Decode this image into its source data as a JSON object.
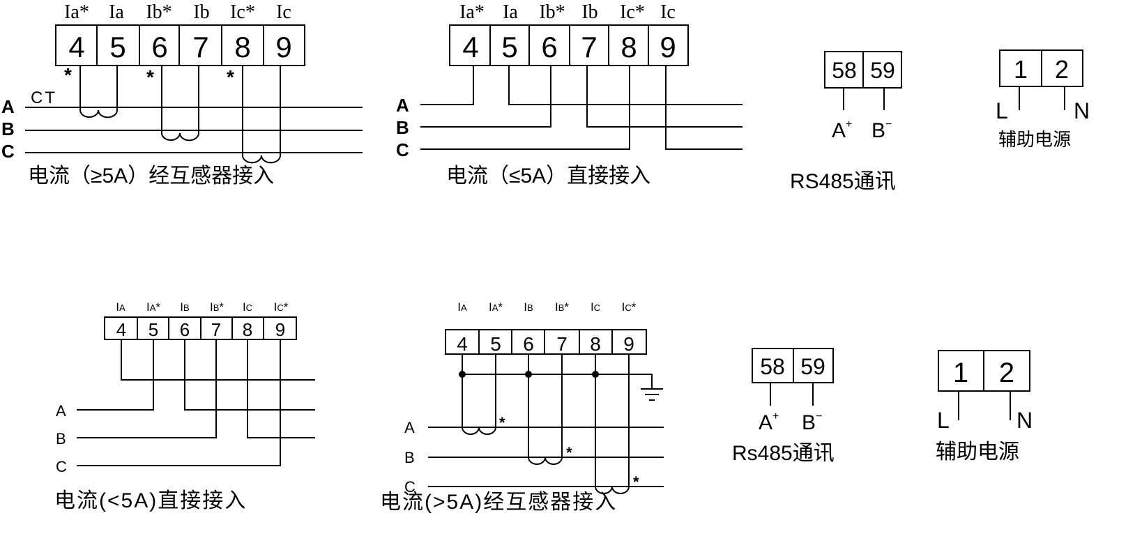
{
  "diagram1": {
    "terminal_labels": [
      "Ia*",
      "Ia",
      "Ib*",
      "Ib",
      "Ic*",
      "Ic"
    ],
    "terminals": [
      "4",
      "5",
      "6",
      "7",
      "8",
      "9"
    ],
    "ct_label": "CT",
    "polarity_mark": "*",
    "phases": [
      "A",
      "B",
      "C"
    ],
    "caption": "电流（≥5A）经互感器接入"
  },
  "diagram2": {
    "terminal_labels": [
      "Ia*",
      "Ia",
      "Ib*",
      "Ib",
      "Ic*",
      "Ic"
    ],
    "terminals": [
      "4",
      "5",
      "6",
      "7",
      "8",
      "9"
    ],
    "phases": [
      "A",
      "B",
      "C"
    ],
    "caption": "电流（≤5A）直接接入"
  },
  "rs485_top": {
    "terminals": [
      "58",
      "59"
    ],
    "a_label": "A",
    "a_sign": "+",
    "b_label": "B",
    "b_sign": "−",
    "caption": "RS485通讯"
  },
  "aux_top": {
    "terminals": [
      "1",
      "2"
    ],
    "l_label": "L",
    "n_label": "N",
    "caption": "辅助电源"
  },
  "diagram3": {
    "terminal_labels": [
      [
        "I",
        "A",
        ""
      ],
      [
        "I",
        "A",
        "*"
      ],
      [
        "I",
        "B",
        ""
      ],
      [
        "I",
        "B",
        "*"
      ],
      [
        "I",
        "C",
        ""
      ],
      [
        "I",
        "C",
        "*"
      ]
    ],
    "terminals": [
      "4",
      "5",
      "6",
      "7",
      "8",
      "9"
    ],
    "phases": [
      "A",
      "B",
      "C"
    ],
    "caption": "电流(<5A)直接接入"
  },
  "diagram4": {
    "terminal_labels": [
      [
        "I",
        "A",
        ""
      ],
      [
        "I",
        "A",
        "*"
      ],
      [
        "I",
        "B",
        ""
      ],
      [
        "I",
        "B",
        "*"
      ],
      [
        "I",
        "C",
        ""
      ],
      [
        "I",
        "C",
        "*"
      ]
    ],
    "terminals": [
      "4",
      "5",
      "6",
      "7",
      "8",
      "9"
    ],
    "polarity_mark": "*",
    "phases": [
      "A",
      "B",
      "C"
    ],
    "caption": "电流(>5A)经互感器接入"
  },
  "rs485_bottom": {
    "terminals": [
      "58",
      "59"
    ],
    "a_label": "A",
    "a_sign": "+",
    "b_label": "B",
    "b_sign": "−",
    "caption": "Rs485通讯"
  },
  "aux_bottom": {
    "terminals": [
      "1",
      "2"
    ],
    "l_label": "L",
    "n_label": "N",
    "caption": "辅助电源"
  }
}
